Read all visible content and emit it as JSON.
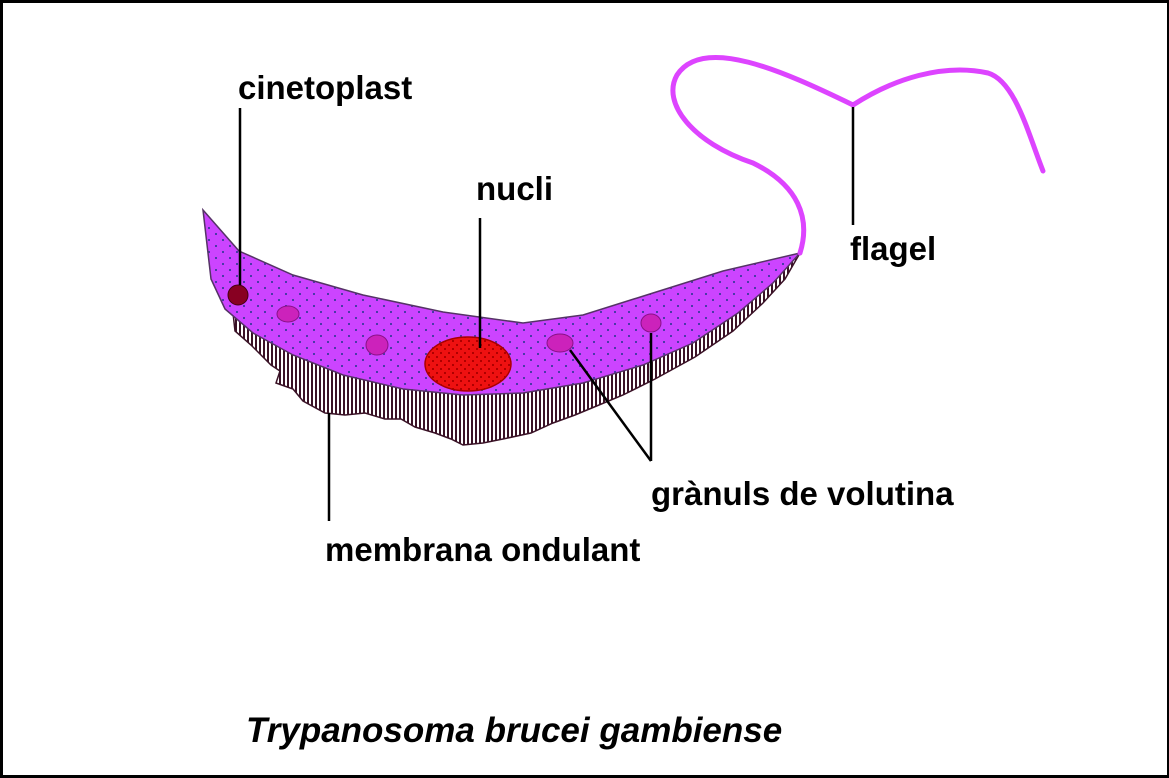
{
  "labels": {
    "cinetoplast": "cinetoplast",
    "nucli": "nucli",
    "flagel": "flagel",
    "granuls": "grànuls de volutina",
    "membrana": "membrana ondulant"
  },
  "title": "Trypanosoma brucei gambiense",
  "colors": {
    "body": "#cc44ff",
    "body_dots": "#4a3aa8",
    "flagellum": "#dd44ff",
    "membrane_stripe": "#3a1226",
    "nucleus": "#ee1111",
    "nucleus_dots": "#b00000",
    "granules": "#cc22bb",
    "kinetoplast": "#880022",
    "leader_lines": "#000000",
    "frame": "#000000"
  }
}
